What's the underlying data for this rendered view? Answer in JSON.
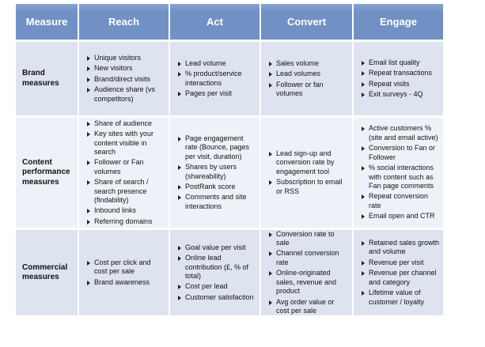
{
  "table": {
    "columns": [
      "Measure",
      "Reach",
      "Act",
      "Convert",
      "Engage"
    ],
    "rows": [
      {
        "label": "Brand measures",
        "cells": [
          [
            "Unique visitors",
            "New visitors",
            "Brand/direct visits",
            "Audience share (vs competitors)"
          ],
          [
            "Lead volume",
            "% product/service interactions",
            "Pages per visit"
          ],
          [
            "Sales volume",
            "Lead volumes",
            "Follower or fan volumes"
          ],
          [
            "Email list quality",
            "Repeat transactions",
            "Repeat visits",
            "Exit surveys - 4Q"
          ]
        ]
      },
      {
        "label": "Content performance measures",
        "cells": [
          [
            "Share of audience",
            "Key sites with your content visible in search",
            "Follower or Fan volumes",
            "Share of search / search presence (findability)",
            "Inbound links",
            "Referring domains"
          ],
          [
            "Page engagement rate (Bounce, pages per visit, duration)",
            "Shares by users (shareability)",
            "PostRank score",
            "Comments and site interactions"
          ],
          [
            "Lead sign-up and conversion rate by engagement tool",
            "Subscription to email or RSS"
          ],
          [
            "Active customers % (site and email active)",
            "Conversion to Fan or Follower",
            "% social interactions with content such as Fan page comments",
            "Repeat conversion rate",
            "Email open and CTR"
          ]
        ]
      },
      {
        "label": "Commercial measures",
        "cells": [
          [
            "Cost per click and cost per sale",
            "Brand awareness"
          ],
          [
            "Goal value per visit",
            "Online lead contribution (£, % of total)",
            "Cost per lead",
            "Customer satisfaction"
          ],
          [
            "Conversion rate to sale",
            "Channel conversion rate",
            "Online-originated sales, revenue and product",
            "Avg order value or cost per sale"
          ],
          [
            "Retained sales growth and volume",
            "Revenue per visit",
            "Revenue per channel and category",
            "Lifetime value of customer / loyalty"
          ]
        ]
      }
    ]
  },
  "colors": {
    "header_blue": "#7191c4",
    "header_blue_top": "#8aa2cf",
    "header_text": "#ffffff",
    "band_row_bg": "#dde4f0",
    "light_row_bg": "#eef2f8",
    "body_text": "#111111",
    "bullet_color": "#222222"
  }
}
